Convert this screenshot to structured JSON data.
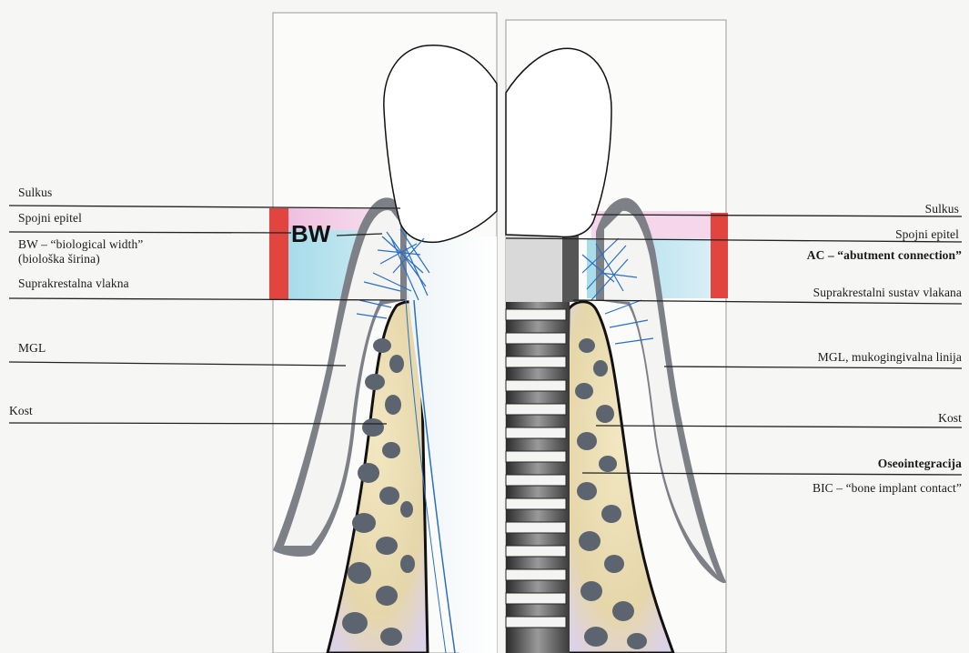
{
  "left_labels": {
    "sulkus": "Sulkus",
    "spojni_epitel": "Spojni epitel",
    "bw_line1": "BW – “biological width”",
    "bw_line2": "(biološka širina)",
    "suprakrestalna": "Suprakrestalna vlakna",
    "mgl": "MGL",
    "kost": "Kost"
  },
  "bw_marker": "BW",
  "right_labels": {
    "sulkus": "Sulkus",
    "spojni_epitel": "Spojni epitel",
    "ac": "AC – “abutment connection”",
    "suprakrestalni": "Suprakrestalni sustav vlakana",
    "mgl": "MGL, mukogingivalna linija",
    "kost": "Kost",
    "oseointegracija": "Oseointegracija",
    "bic": "BIC – “bone implant contact”"
  },
  "colors": {
    "band_red": "#e2453f",
    "sulkus_pink": "#f3c6e2",
    "epithelium_blue": "#a9e0ee",
    "gingiva_gray": "#7d8187",
    "bone_fill": "#e9dcb0",
    "fiber_blue": "#2a6fc4"
  }
}
